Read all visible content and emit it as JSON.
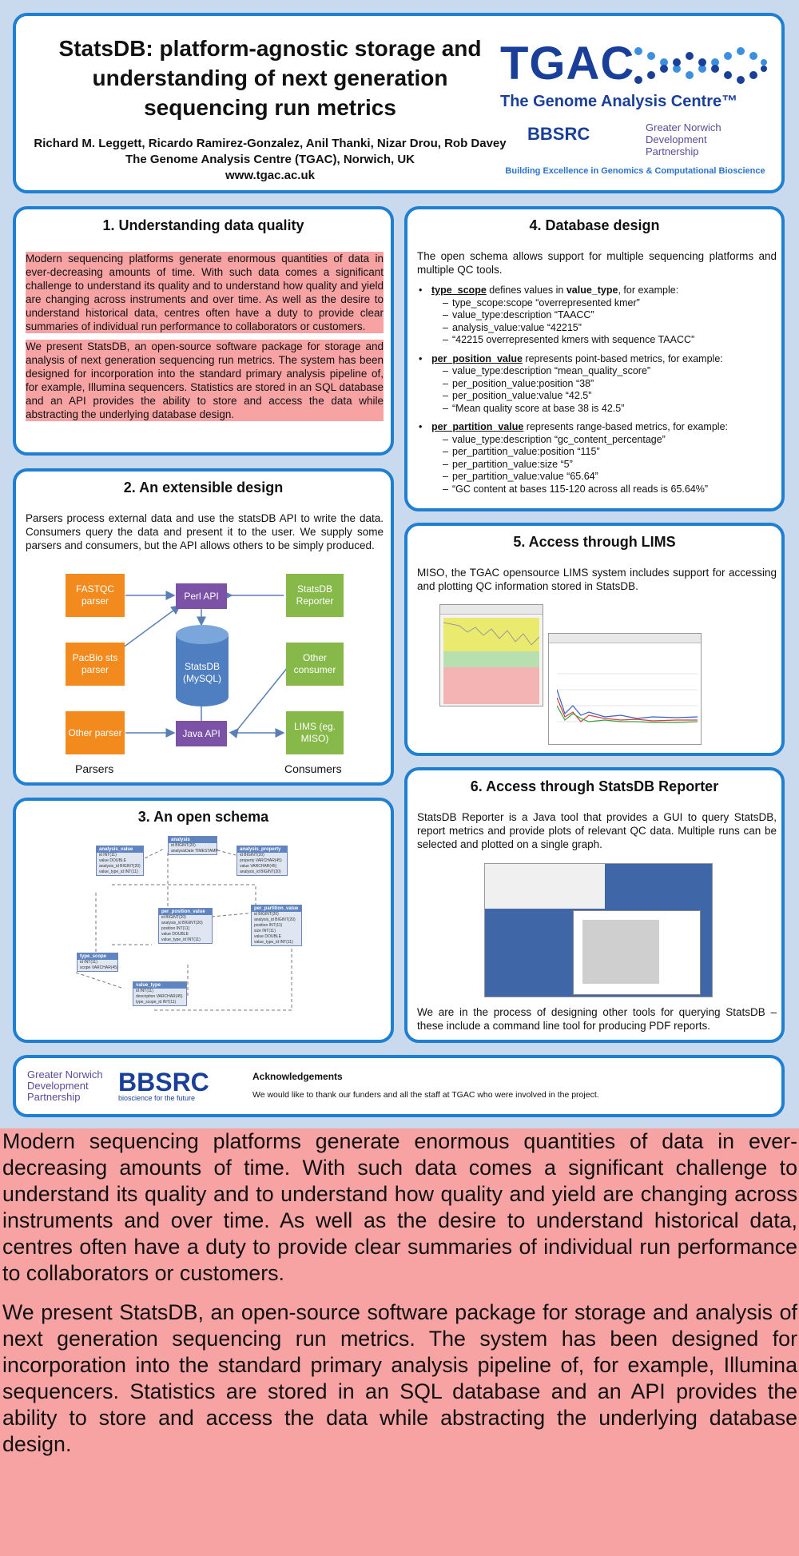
{
  "header": {
    "title": "StatsDB: platform-agnostic storage and understanding of next generation sequencing run metrics",
    "authors": "Richard M. Leggett, Ricardo Ramirez-Gonzalez, Anil Thanki,  Nizar Drou, Rob Davey",
    "affiliation": "The Genome Analysis Centre (TGAC), Norwich, UK",
    "website": "www.tgac.ac.uk",
    "logo_word": "TGAC",
    "logo_subtitle": "The Genome Analysis Centre™",
    "bbsrc": "BBSRC",
    "gndp": [
      "Greater Norwich",
      "Development",
      "Partnership"
    ],
    "tagline": "Building Excellence in Genomics & Computational Bioscience"
  },
  "section1": {
    "title": "1. Understanding data quality",
    "paragraphs": [
      "Modern sequencing platforms generate enormous quantities of data in ever-decreasing amounts of time. With such data comes a significant challenge to understand its quality and to understand how quality and yield are changing across instruments and over time. As well as the desire to understand historical data, centres often have a duty to provide clear summaries of individual run performance to collaborators or customers.",
      "We present StatsDB, an open-source software package for storage and analysis of next generation sequencing run metrics. The system has been designed for incorporation into the standard primary analysis pipeline of, for example, Illumina sequencers. Statistics are stored in an SQL database and an API provides the ability to store and access the data while abstracting the underlying database design."
    ]
  },
  "section2": {
    "title": "2. An extensible design",
    "text": "Parsers process external data and use the statsDB API to write the data. Consumers query the data and present it to the user. We supply some parsers and consumers, but the API allows others to be simply produced.",
    "nodes": {
      "fastqc": "FASTQC parser",
      "pacbio": "PacBio sts parser",
      "other_parser": "Other parser",
      "perl_api": "Perl API",
      "java_api": "Java API",
      "db": "StatsDB (MySQL)",
      "reporter": "StatsDB Reporter",
      "other_consumer": "Other consumer",
      "lims": "LIMS (eg. MISO)"
    },
    "parsers_label": "Parsers",
    "consumers_label": "Consumers"
  },
  "section3": {
    "title": "3. An open schema",
    "tables": [
      {
        "name": "analysis",
        "rows": [
          "id BIGINT(20)",
          "analysisDate TIMESTAMP"
        ]
      },
      {
        "name": "analysis_value",
        "rows": [
          "id INT(11)",
          "value DOUBLE",
          "analysis_id BIGINT(20)",
          "value_type_id INT(11)"
        ]
      },
      {
        "name": "analysis_property",
        "rows": [
          "id BIGINT(20)",
          "property VARCHAR(45)",
          "value VARCHAR(45)",
          "analysis_id BIGINT(20)"
        ]
      },
      {
        "name": "per_partition_value",
        "rows": [
          "id BIGINT(20)",
          "analysis_id BIGINT(20)",
          "position INT(11)",
          "size INT(11)",
          "value DOUBLE",
          "value_type_id INT(11)"
        ]
      },
      {
        "name": "per_position_value",
        "rows": [
          "id BIGINT(20)",
          "analysis_id BIGINT(20)",
          "position INT(11)",
          "value DOUBLE",
          "value_type_id INT(11)"
        ]
      },
      {
        "name": "type_scope",
        "rows": [
          "id INT(11)",
          "scope VARCHAR(45)"
        ]
      },
      {
        "name": "value_type",
        "rows": [
          "id INT(11)",
          "description VARCHAR(45)",
          "type_scope_id INT(11)"
        ]
      }
    ]
  },
  "section4": {
    "title": "4. Database design",
    "intro": "The open schema allows support for multiple sequencing platforms and multiple QC tools.",
    "bullets": [
      {
        "key": "type_scope",
        "rest": " defines values in ",
        "key2": "value_type",
        "rest2": ", for example:",
        "subs": [
          "type_scope:scope “overrepresented kmer”",
          "value_type:description “TAACC”",
          "analysis_value:value “42215”",
          "“42215 overrepresented kmers with sequence TAACC”"
        ]
      },
      {
        "key": "per_position_value",
        "rest": " represents point-based metrics, for example:",
        "key2": "",
        "rest2": "",
        "subs": [
          "value_type:description “mean_quality_score”",
          "per_position_value:position “38”",
          "per_position_value:value “42.5”",
          "“Mean quality score at base 38 is 42.5”"
        ]
      },
      {
        "key": "per_partition_value",
        "rest": " represents range-based metrics, for example:",
        "key2": "",
        "rest2": "",
        "subs": [
          "value_type:description “gc_content_percentage”",
          "per_partition_value:position “115”",
          "per_partition_value:size “5”",
          "per_partition_value:value “65.64”",
          "“GC content at bases 115-120 across all reads is 65.64%”"
        ]
      }
    ]
  },
  "section5": {
    "title": "5. Access through LIMS",
    "text": "MISO, the TGAC opensource LIMS system includes support for accessing and plotting QC information stored in StatsDB."
  },
  "section6": {
    "title": "6. Access through StatsDB Reporter",
    "text": "StatsDB Reporter is a Java tool that provides a GUI to query StatsDB, report metrics and provide plots of relevant QC data. Multiple runs can be selected and plotted on a single graph.",
    "text2": "We are in the process of designing other tools for querying StatsDB – these include a command line tool for producing PDF reports."
  },
  "footer": {
    "gndp": [
      "Greater Norwich",
      "Development",
      "Partnership"
    ],
    "bbsrc": "BBSRC",
    "bbsrc_sub": "bioscience for the future",
    "ack_title": "Acknowledgements",
    "ack_text": "We would like to thank our funders and all the staff at TGAC who were involved in the project."
  },
  "colors": {
    "panel_border": "#1f7fd0",
    "background": "#c9d9ee",
    "highlight": "#f7a3a3",
    "brand": "#1a3f99"
  }
}
